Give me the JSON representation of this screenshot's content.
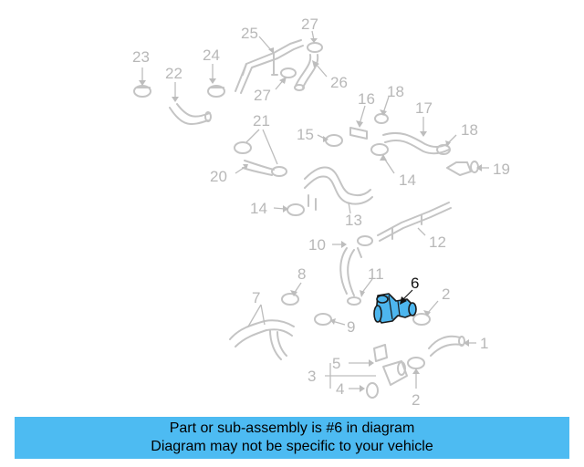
{
  "diagram": {
    "highlighted_part": "6",
    "callouts": {
      "c1": "1",
      "c2a": "2",
      "c2b": "2",
      "c3": "3",
      "c4": "4",
      "c5": "5",
      "c6": "6",
      "c7": "7",
      "c8": "8",
      "c9": "9",
      "c10": "10",
      "c11": "11",
      "c12": "12",
      "c13": "13",
      "c14a": "14",
      "c14b": "14",
      "c15": "15",
      "c16": "16",
      "c17": "17",
      "c18a": "18",
      "c18b": "18",
      "c19": "19",
      "c20": "20",
      "c21": "21",
      "c22": "22",
      "c23": "23",
      "c24": "24",
      "c25": "25",
      "c26": "26",
      "c27a": "27",
      "c27b": "27"
    }
  },
  "banner": {
    "line1": "Part or sub-assembly is #6 in diagram",
    "line2": "Diagram may not be specific to your vehicle"
  },
  "colors": {
    "banner_background": "#4dbbf2",
    "highlight_part": "#4db6ee",
    "ghost_parts": "#c4c4c4"
  }
}
